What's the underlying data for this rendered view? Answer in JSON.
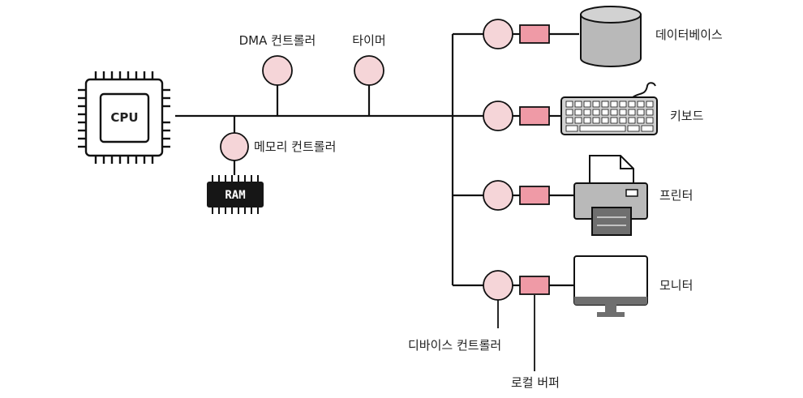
{
  "cpu": {
    "label": "CPU"
  },
  "ram": {
    "label": "RAM"
  },
  "bus_devices": {
    "dma_controller": "DMA 컨트롤러",
    "timer": "타이머",
    "memory_controller": "메모리 컨트롤러"
  },
  "io_devices": [
    {
      "label": "데이터베이스",
      "icon": "database-icon"
    },
    {
      "label": "키보드",
      "icon": "keyboard-icon"
    },
    {
      "label": "프린터",
      "icon": "printer-icon"
    },
    {
      "label": "모니터",
      "icon": "monitor-icon"
    }
  ],
  "annotations": {
    "device_controller": "디바이스 컨트롤러",
    "local_buffer": "로컬 버퍼"
  },
  "colors": {
    "controller_fill": "#f5d5d8",
    "buffer_fill": "#ef9aa6",
    "device_gray": "#b9b9b9",
    "line": "#111111"
  }
}
